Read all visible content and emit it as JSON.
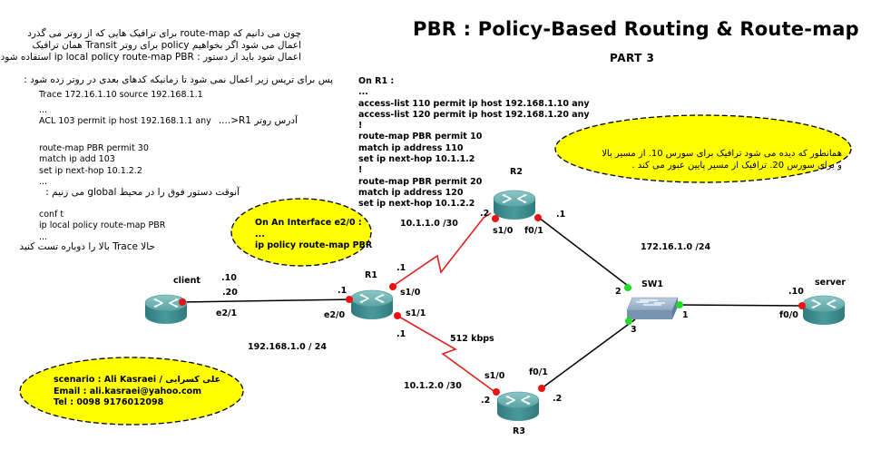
{
  "title": "PBR : Policy-Based Routing  &  Route-map",
  "subtitle": "PART 3",
  "left_notes": {
    "intro_lines": [
      "چون می دانیم که route-map برای ترافیک هایی که از روتر می گذرد",
      "اعمال می شود اگر بخواهیم policy برای روتر Transit همان ترافیک",
      "اعمال شود باید از دستور : ip local policy route-map PBR استفاده شود ."
    ],
    "trace_note": "پس برای تریس زیر اعمال نمی شود تا زمانیکه کدهای بعدی در روتر زده شود :",
    "trace_cmd": "Trace 172.16.1.10 source 192.168.1.1",
    "dots1": "...",
    "acl_cmd": "ACL 103 permit ip host 192.168.1.1 any",
    "acl_note": "آدرس روتر R1<....",
    "route_map_lines": [
      "route-map PBR permit 30",
      "match ip add 103",
      "set ip next-hop 10.1.2.2",
      "..."
    ],
    "global_note": "آنوقت دستور فوق را در محیط global می زنیم :",
    "conf_lines": [
      "conf t",
      "ip local policy route-map PBR",
      "..."
    ],
    "retest_note": "حالا Trace بالا را دوباره تست کنید"
  },
  "r1_config": {
    "header": "On R1 :",
    "lines": [
      "...",
      "access-list 110 permit ip host 192.168.1.10 any",
      "access-list 120 permit ip host 192.168.1.20 any",
      "!",
      "route-map PBR permit 10",
      "match ip address 110",
      "set ip next-hop 10.1.1.2",
      "!",
      "route-map PBR permit 20",
      "match ip address 120",
      "set ip next-hop 10.1.2.2"
    ]
  },
  "callouts": {
    "interface": {
      "lines": [
        "On An Interface e2/0 :",
        "...",
        "ip policy route-map PBR"
      ]
    },
    "result": {
      "lines": [
        "همانطور که دیده می شود ترافیک برای سورس 10. از مسیر بالا",
        "و برای سورس 20. ترافیک از مسیر پایین عبور می کند ."
      ]
    },
    "author": {
      "lines": [
        "scenario : Ali Kasraei / علی کسرایی",
        "Email : ali.kasraei@yahoo.com",
        "Tel : 0098 9176012098"
      ]
    }
  },
  "colors": {
    "callout_fill": "#ffff00",
    "router_body": "#3a8c8e",
    "router_top": "#6bb3b3",
    "switch_body": "#7f9bb8",
    "serial_link": "#e02020",
    "ethernet_link": "#000000",
    "port_down": "#ee1111",
    "port_up": "#22dd22"
  },
  "devices": {
    "client": "client",
    "r1": "R1",
    "r2": "R2",
    "r3": "R3",
    "sw1": "SW1",
    "server": "server"
  },
  "network_labels": {
    "lan": "192.168.1.0 / 24",
    "serial_top": "10.1.1.0 /30",
    "serial_bottom": "10.1.2.0 /30",
    "server_lan": "172.16.1.0 /24",
    "bandwidth": "512 kbps"
  },
  "interface_labels": {
    "client_ip1": ".10",
    "client_ip2": ".20",
    "client_if": "e2/1",
    "r1_e20_ip": ".1",
    "r1_e20": "e2/0",
    "r1_s10": "s1/0",
    "r1_s10_ip": ".1",
    "r1_s11": "s1/1",
    "r1_s11_ip": ".1",
    "r2_s10": "s1/0",
    "r2_s10_ip": ".2",
    "r2_f01": "f0/1",
    "r2_f01_ip": ".1",
    "r3_s10": "s1/0",
    "r3_s10_ip": ".2",
    "r3_f01": "f0/1",
    "r3_f01_ip": ".2",
    "sw_p1": "1",
    "sw_p2": "2",
    "sw_p3": "3",
    "server_ip": ".10",
    "server_if": "f0/0"
  }
}
